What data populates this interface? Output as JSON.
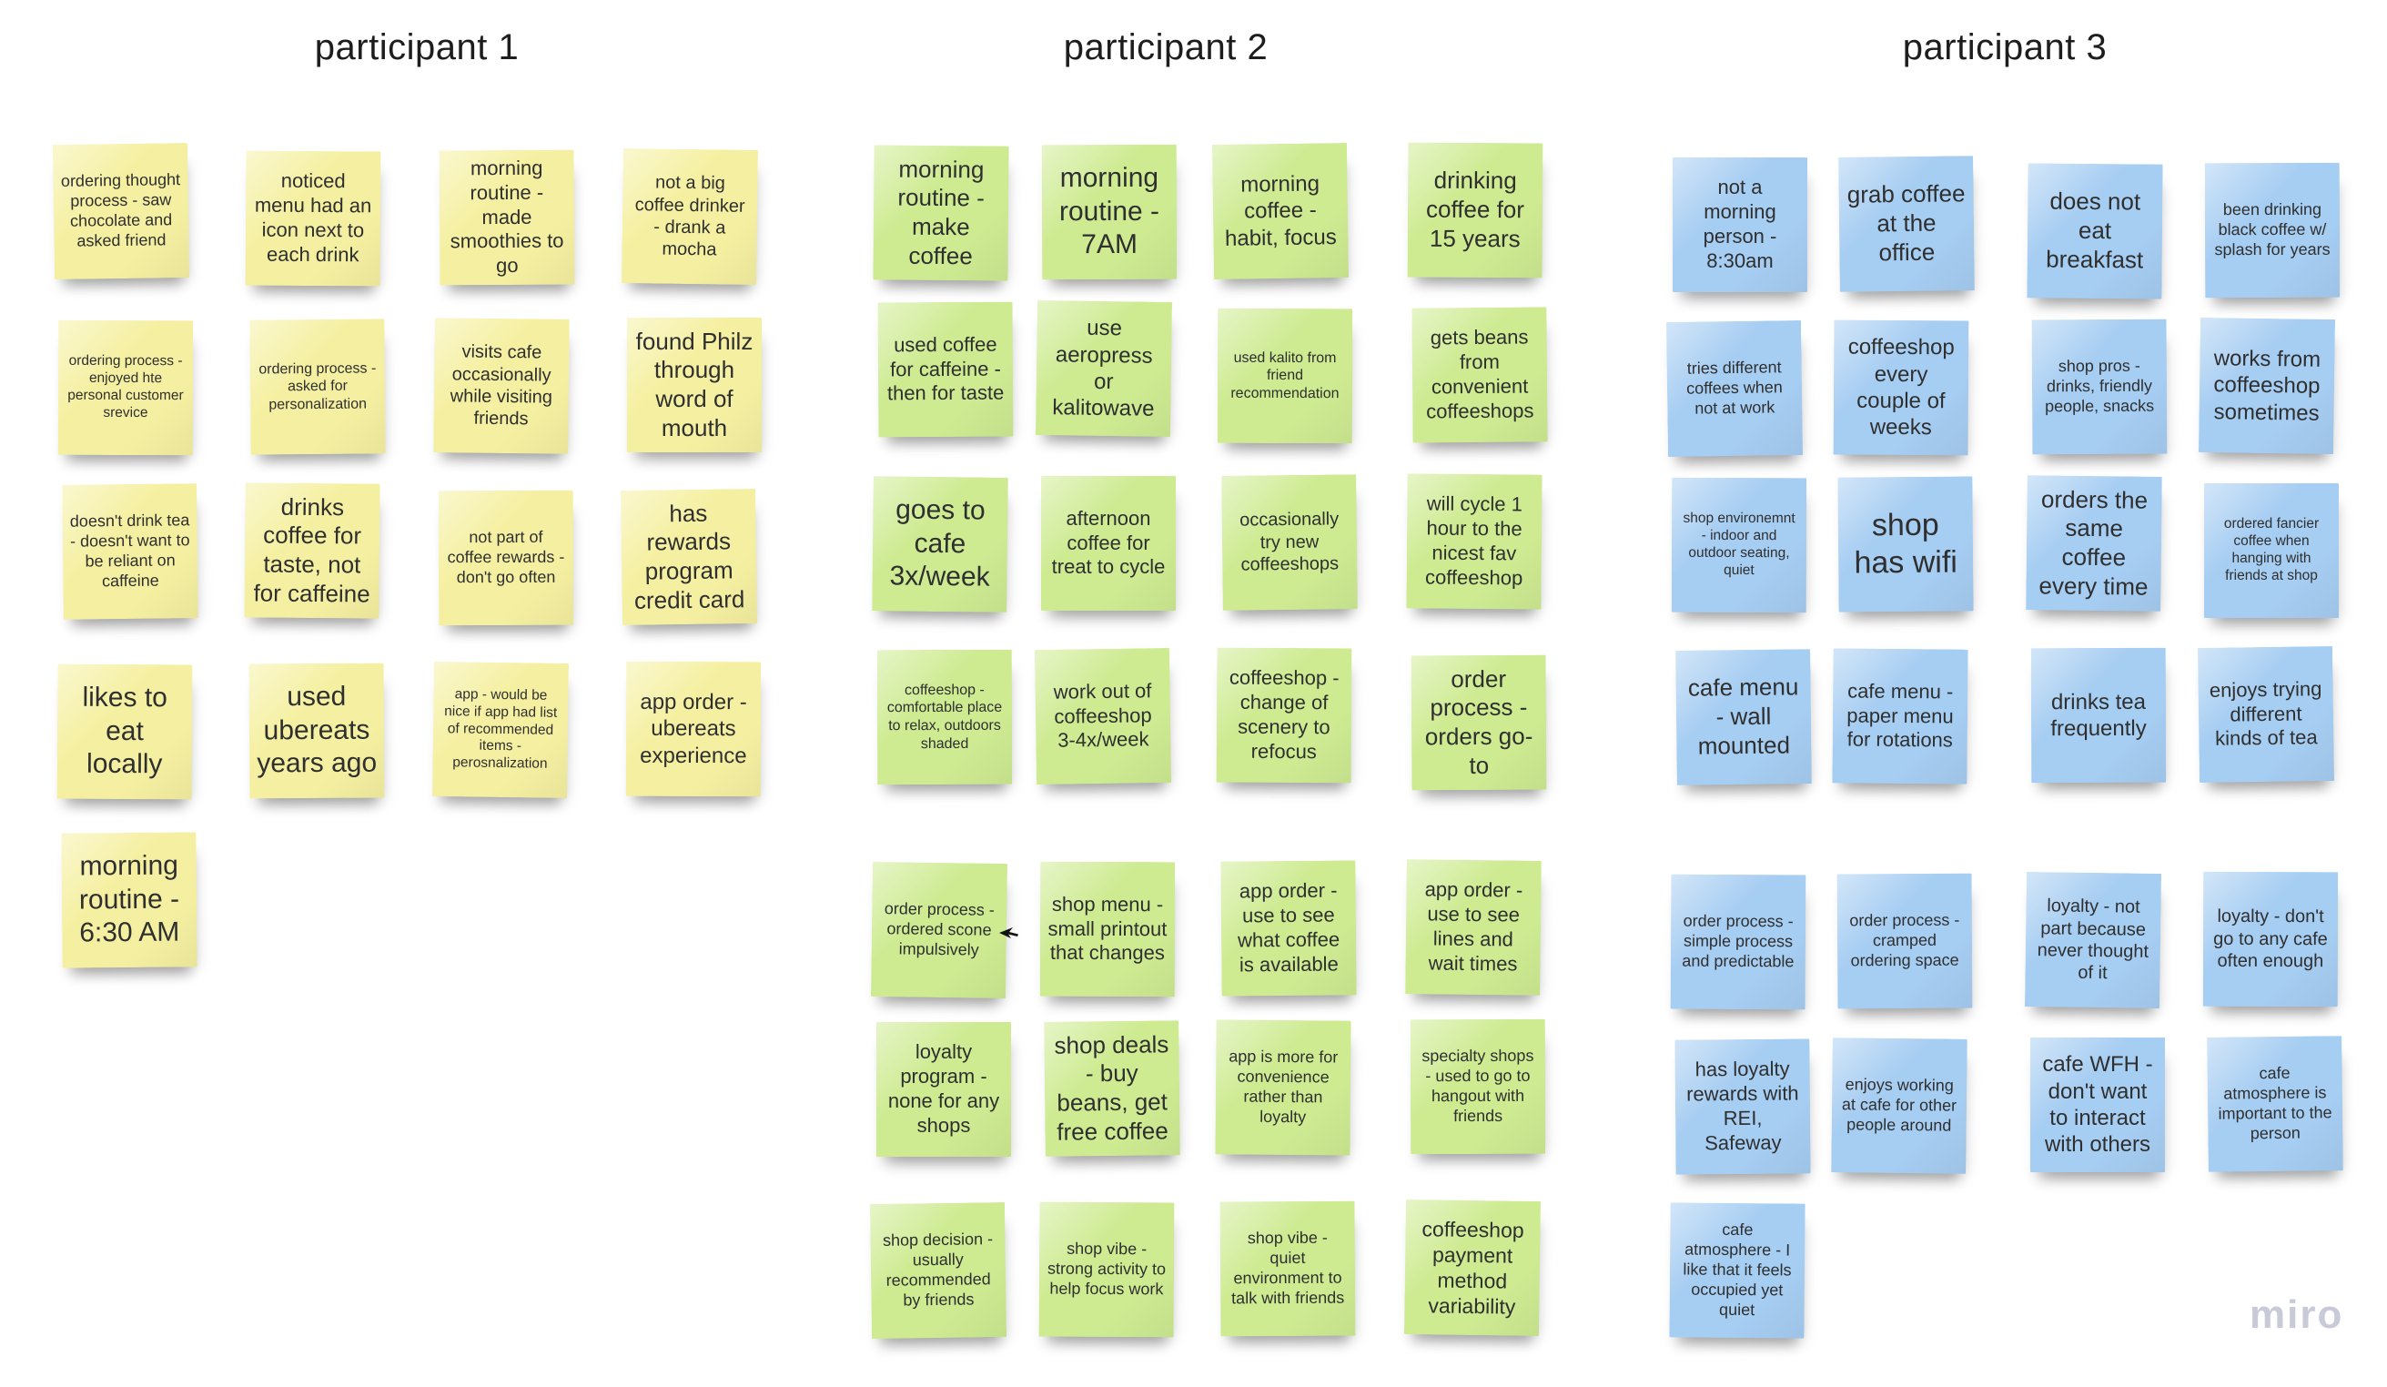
{
  "board": {
    "watermark": "miro",
    "background": "#ffffff",
    "note_text_color": "#2f2f2f",
    "title_color": "#1d1d1d",
    "watermark_color": "#c9cad8"
  },
  "participants": [
    {
      "title": "participant 1",
      "color": "#F5F0A1",
      "notes": [
        {
          "text": "ordering thought process - saw chocolate and asked friend",
          "col": 0,
          "row": 0
        },
        {
          "text": "noticed menu had an icon next to each drink",
          "col": 1,
          "row": 0
        },
        {
          "text": "morning routine - made smoothies to go",
          "col": 2,
          "row": 0
        },
        {
          "text": "not a big coffee drinker - drank a mocha",
          "col": 3,
          "row": 0,
          "fs": 20
        },
        {
          "text": "ordering process - enjoyed hte personal customer srevice",
          "col": 0,
          "row": 1,
          "fs": 15.5
        },
        {
          "text": "ordering process - asked for personalization",
          "col": 1,
          "row": 1,
          "fs": 16
        },
        {
          "text": "visits cafe occasionally while visiting friends",
          "col": 2,
          "row": 1,
          "fs": 20
        },
        {
          "text": "found Philz through word of mouth",
          "col": 3,
          "row": 1
        },
        {
          "text": "doesn't drink tea - doesn't want to be reliant on caffeine",
          "col": 0,
          "row": 2
        },
        {
          "text": "drinks coffee for taste, not for caffeine",
          "col": 1,
          "row": 2,
          "fs": 26
        },
        {
          "text": "not part of coffee rewards - don't go often",
          "col": 2,
          "row": 2,
          "fs": 18
        },
        {
          "text": "has rewards program credit card",
          "col": 3,
          "row": 2
        },
        {
          "text": "likes to eat locally",
          "col": 0,
          "row": 3
        },
        {
          "text": "used ubereats years ago",
          "col": 1,
          "row": 3
        },
        {
          "text": "app - would be nice if app had list of recommended items - perosnalization",
          "col": 2,
          "row": 3
        },
        {
          "text": "app order - ubereats experience",
          "col": 3,
          "row": 3,
          "fs": 24
        },
        {
          "text": "morning routine - 6:30 AM",
          "col": 0,
          "row": 4
        }
      ]
    },
    {
      "title": "participant 2",
      "color": "#CEEB92",
      "notes": [
        {
          "text": "morning routine - make coffee",
          "col": 0,
          "row": 0
        },
        {
          "text": "morning routine - 7AM",
          "col": 1,
          "row": 0
        },
        {
          "text": "morning coffee - habit, focus",
          "col": 2,
          "row": 0,
          "fs": 24
        },
        {
          "text": "drinking coffee for 15 years",
          "col": 3,
          "row": 0
        },
        {
          "text": "used coffee for caffeine - then for taste",
          "col": 0,
          "row": 1
        },
        {
          "text": "use aeropress or kalitowave",
          "col": 1,
          "row": 1,
          "fs": 24
        },
        {
          "text": "used kalito from friend recommendation",
          "col": 2,
          "row": 1,
          "fs": 16
        },
        {
          "text": "gets beans from convenient coffeeshops",
          "col": 3,
          "row": 1
        },
        {
          "text": "goes to cafe 3x/week",
          "col": 0,
          "row": 2
        },
        {
          "text": "afternoon coffee for treat to cycle",
          "col": 1,
          "row": 2,
          "fs": 22
        },
        {
          "text": "occasionally try new coffeeshops",
          "col": 2,
          "row": 2,
          "fs": 20
        },
        {
          "text": "will cycle 1 hour to the nicest fav coffeeshop",
          "col": 3,
          "row": 2
        },
        {
          "text": "coffeeshop - comfortable place to relax, outdoors shaded",
          "col": 0,
          "row": 3,
          "fs": 16
        },
        {
          "text": "work out of coffeeshop 3-4x/week",
          "col": 1,
          "row": 3,
          "fs": 22
        },
        {
          "text": "coffeeshop - change of scenery to refocus",
          "col": 2,
          "row": 3
        },
        {
          "text": "order process - orders go-to",
          "col": 3,
          "row": 3
        },
        {
          "text": "order process - ordered scone impulsively",
          "col": 0,
          "row": 4,
          "fs": 18
        },
        {
          "text": "shop menu - small printout that changes",
          "col": 1,
          "row": 4
        },
        {
          "text": "app order - use to see what coffee is available",
          "col": 2,
          "row": 4
        },
        {
          "text": "app order - use to see lines and wait times",
          "col": 3,
          "row": 4
        },
        {
          "text": "loyalty program - none for any shops",
          "col": 0,
          "row": 5
        },
        {
          "text": "shop deals - buy beans, get free coffee",
          "col": 1,
          "row": 5,
          "fs": 26
        },
        {
          "text": "app is more for convenience rather than loyalty",
          "col": 2,
          "row": 5,
          "fs": 18
        },
        {
          "text": "specialty shops - used to go to hangout with friends",
          "col": 3,
          "row": 5
        },
        {
          "text": "shop decision - usually recommended by friends",
          "col": 0,
          "row": 6,
          "fs": 18
        },
        {
          "text": "shop vibe - strong activity to help focus work",
          "col": 1,
          "row": 6,
          "fs": 18
        },
        {
          "text": "shop vibe - quiet environment to talk with friends",
          "col": 2,
          "row": 6
        },
        {
          "text": "coffeeshop payment method variability",
          "col": 3,
          "row": 6,
          "fs": 23
        }
      ]
    },
    {
      "title": "participant 3",
      "color": "#A6CDF2",
      "notes": [
        {
          "text": "not a morning person - 8:30am",
          "col": 0,
          "row": 0,
          "fs": 22
        },
        {
          "text": "grab coffee at the office",
          "col": 1,
          "row": 0,
          "fs": 26
        },
        {
          "text": "does not eat breakfast",
          "col": 2,
          "row": 0,
          "fs": 26
        },
        {
          "text": "been drinking black coffee w/ splash for years",
          "col": 3,
          "row": 0,
          "fs": 18
        },
        {
          "text": "tries different coffees when not at work",
          "col": 0,
          "row": 1,
          "fs": 18
        },
        {
          "text": "coffeeshop every couple of weeks",
          "col": 1,
          "row": 1,
          "fs": 24
        },
        {
          "text": "shop pros - drinks, friendly people, snacks",
          "col": 2,
          "row": 1,
          "fs": 18
        },
        {
          "text": "works from coffeeshop sometimes",
          "col": 3,
          "row": 1,
          "fs": 24
        },
        {
          "text": "shop environemnt - indoor and outdoor seating, quiet",
          "col": 0,
          "row": 2,
          "fs": 15.5
        },
        {
          "text": "shop has wifi",
          "col": 1,
          "row": 2
        },
        {
          "text": "orders the same coffee every time",
          "col": 2,
          "row": 2
        },
        {
          "text": "ordered fancier coffee when hanging with friends at shop",
          "col": 3,
          "row": 2,
          "fs": 15.5
        },
        {
          "text": "cafe menu - wall mounted",
          "col": 0,
          "row": 3,
          "fs": 26
        },
        {
          "text": "cafe menu - paper menu for rotations",
          "col": 1,
          "row": 3,
          "fs": 22
        },
        {
          "text": "drinks tea frequently",
          "col": 2,
          "row": 3,
          "fs": 24
        },
        {
          "text": "enjoys trying different kinds of tea",
          "col": 3,
          "row": 3,
          "fs": 22
        },
        {
          "text": "order process - simple process and predictable",
          "col": 0,
          "row": 4,
          "fs": 18
        },
        {
          "text": "order process - cramped ordering space",
          "col": 1,
          "row": 4,
          "fs": 18
        },
        {
          "text": "loyalty - not part because never thought of it",
          "col": 2,
          "row": 4,
          "fs": 20
        },
        {
          "text": "loyalty - don't go to any cafe often enough",
          "col": 3,
          "row": 4,
          "fs": 20
        },
        {
          "text": "has loyalty rewards with REI, Safeway",
          "col": 0,
          "row": 5
        },
        {
          "text": "enjoys working at cafe for other people around",
          "col": 1,
          "row": 5,
          "fs": 18
        },
        {
          "text": "cafe WFH - don't want to interact with others",
          "col": 2,
          "row": 5,
          "fs": 24
        },
        {
          "text": "cafe atmosphere is important to the person",
          "col": 3,
          "row": 5,
          "fs": 18
        },
        {
          "text": "cafe atmosphere - I like that it feels occupied yet quiet",
          "col": 0,
          "row": 6,
          "fs": 18
        }
      ]
    }
  ]
}
